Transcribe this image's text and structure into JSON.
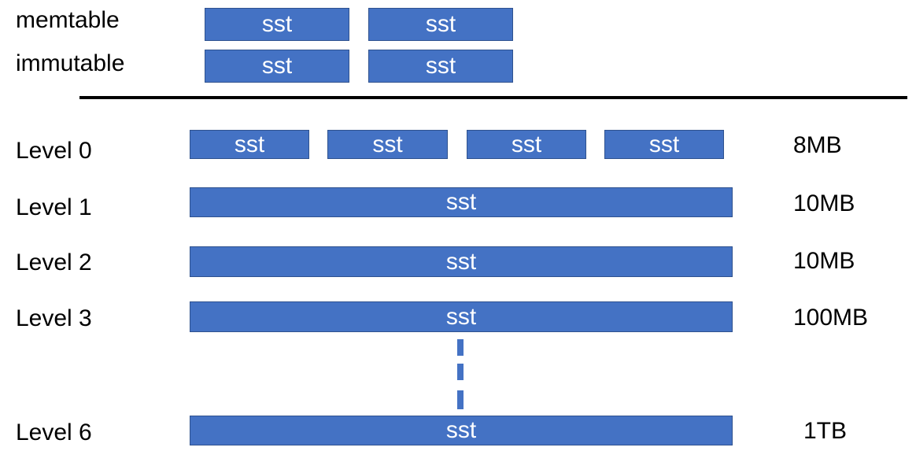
{
  "memory": {
    "memtable": {
      "label": "memtable",
      "ssts": [
        "sst",
        "sst"
      ]
    },
    "immutable": {
      "label": "immutable",
      "ssts": [
        "sst",
        "sst"
      ]
    }
  },
  "levels": [
    {
      "label": "Level 0",
      "ssts": [
        "sst",
        "sst",
        "sst",
        "sst"
      ],
      "size": "8MB"
    },
    {
      "label": "Level 1",
      "ssts": [
        "sst"
      ],
      "size": "10MB"
    },
    {
      "label": "Level 2",
      "ssts": [
        "sst"
      ],
      "size": "10MB"
    },
    {
      "label": "Level 3",
      "ssts": [
        "sst"
      ],
      "size": "100MB"
    },
    {
      "label": "Level 6",
      "ssts": [
        "sst"
      ],
      "size": "1TB"
    }
  ],
  "colors": {
    "sst_fill": "#4472C4",
    "sst_border": "#2F528F",
    "divider": "#000000"
  }
}
